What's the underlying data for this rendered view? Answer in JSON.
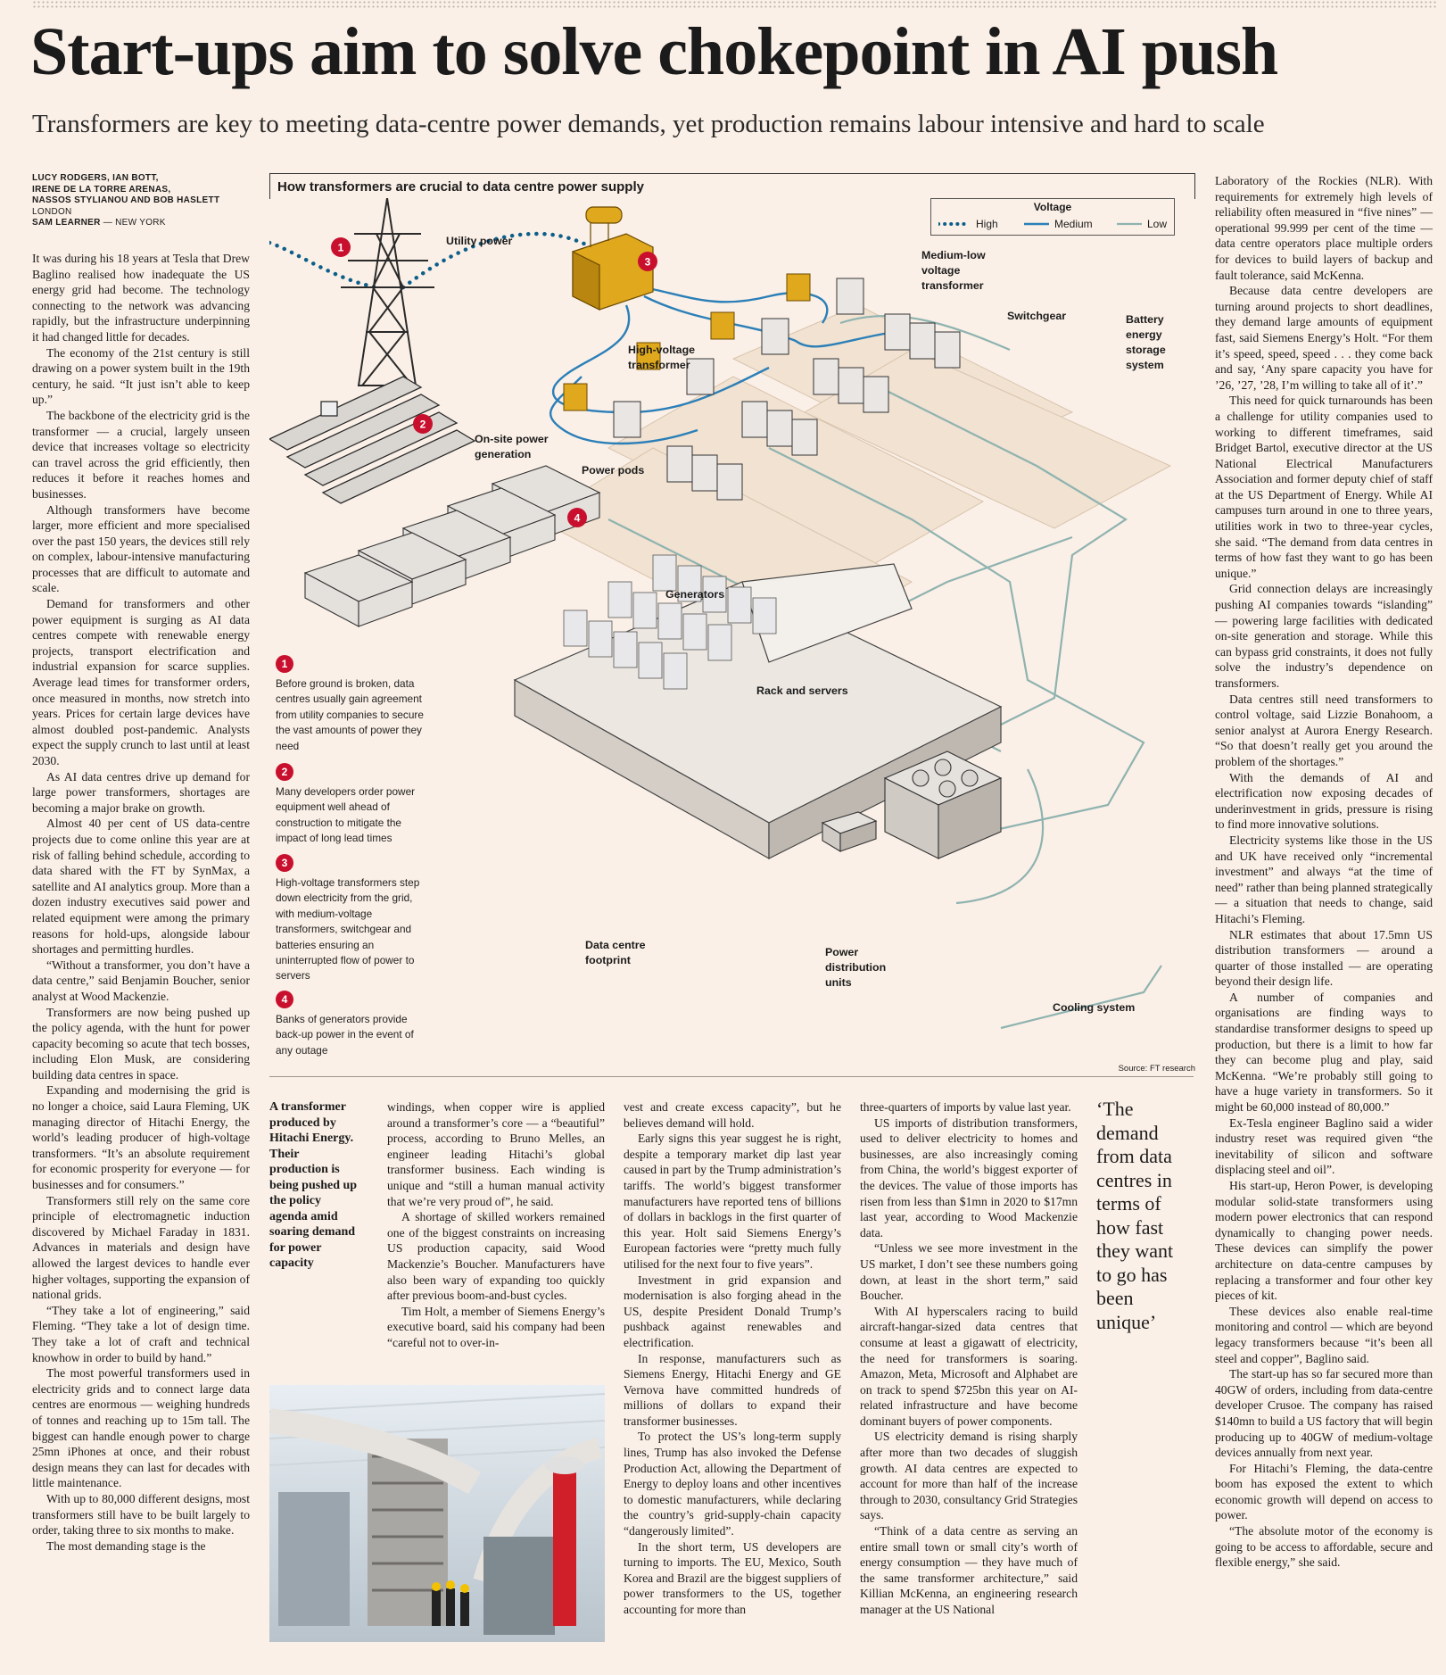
{
  "headline": "Start-ups aim to solve chokepoint in AI push",
  "subheadline": "Transformers are key to meeting data-centre power demands, yet production remains labour intensive and hard to scale",
  "byline": {
    "names": [
      "LUCY RODGERS, IAN BOTT,",
      "IRENE DE LA TORRE ARENAS,",
      "NASSOS STYLIANOU AND BOB HASLETT"
    ],
    "location1": "LONDON",
    "name2": "SAM LEARNER",
    "location2": "— NEW YORK"
  },
  "col1": [
    "It was during his 18 years at Tesla that Drew Baglino realised how inadequate the US energy grid had become. The technology connecting to the network was advancing rapidly, but the infrastructure underpinning it had changed little for decades.",
    "The economy of the 21st century is still drawing on a power system built in the 19th century, he said. “It just isn’t able to keep up.”",
    "The backbone of the electricity grid is the transformer — a crucial, largely unseen device that increases voltage so electricity can travel across the grid efficiently, then reduces it before it reaches homes and businesses.",
    "Although transformers have become larger, more efficient and more specialised over the past 150 years, the devices still rely on complex, labour-intensive manufacturing processes that are difficult to automate and scale.",
    "Demand for transformers and other power equipment is surging as AI data centres compete with renewable energy projects, transport electrification and industrial expansion for scarce supplies. Average lead times for transformer orders, once measured in months, now stretch into years. Prices for certain large devices have almost doubled post-pandemic. Analysts expect the supply crunch to last until at least 2030.",
    "As AI data centres drive up demand for large power transformers, shortages are becoming a major brake on growth.",
    "Almost 40 per cent of US data-centre projects due to come online this year are at risk of falling behind schedule, according to data shared with the FT by SynMax, a satellite and AI analytics group. More than a dozen industry executives said power and related equipment were among the primary reasons for hold-ups, alongside labour shortages and permitting hurdles.",
    "“Without a transformer, you don’t have a data centre,” said Benjamin Boucher, senior analyst at Wood Mackenzie.",
    "Transformers are now being pushed up the policy agenda, with the hunt for power capacity becoming so acute that tech bosses, including Elon Musk, are considering building data centres in space.",
    "Expanding and modernising the grid is no longer a choice, said Laura Fleming, UK managing director of Hitachi Energy, the world’s leading producer of high-voltage transformers. “It’s an absolute requirement for economic prosperity for everyone — for businesses and for consumers.”",
    "Transformers still rely on the same core principle of electromagnetic induction discovered by Michael Faraday in 1831. Advances in materials and design have allowed the largest devices to handle ever higher voltages, supporting the expansion of national grids.",
    "“They take a lot of engineering,” said Fleming. “They take a lot of design time. They take a lot of craft and technical knowhow in order to build by hand.”",
    "The most powerful transformers used in electricity grids and to connect large data centres are enormous — weighing hundreds of tonnes and reaching up to 15m tall. The biggest can handle enough power to charge 25mn iPhones at once, and their robust design means they can last for decades with little maintenance.",
    "With up to 80,000 different designs, most transformers still have to be built largely to order, taking three to six months to make.",
    "The most demanding stage is the"
  ],
  "graphic": {
    "title": "How transformers are crucial to data centre power supply",
    "legend": {
      "title": "Voltage",
      "high": "High",
      "medium": "Medium",
      "low": "Low"
    },
    "labels": {
      "utility": "Utility power",
      "mlv1": "Medium-low",
      "mlv2": "voltage",
      "mlv3": "transformer",
      "switchgear": "Switchgear",
      "battery1": "Battery",
      "battery2": "energy",
      "battery3": "storage",
      "battery4": "system",
      "hv1": "High-voltage",
      "hv2": "transformer",
      "onsite1": "On-site power",
      "onsite2": "generation",
      "pods": "Power pods",
      "generators": "Generators",
      "racks": "Rack and servers",
      "dc1": "Data centre",
      "dc2": "footprint",
      "pdu1": "Power",
      "pdu2": "distribution",
      "pdu3": "units",
      "cooling": "Cooling system"
    },
    "steps": [
      {
        "n": "1",
        "lines": [
          "Before ground is broken, data",
          "centres usually gain agreement",
          "from utility companies to secure",
          "the vast amounts of power they",
          "need"
        ]
      },
      {
        "n": "2",
        "lines": [
          "Many developers order power",
          "equipment well ahead of",
          "construction to mitigate the",
          "impact of long lead times"
        ]
      },
      {
        "n": "3",
        "lines": [
          "High-voltage transformers step",
          "down electricity from the grid,",
          "with medium-voltage",
          "transformers, switchgear and",
          "batteries ensuring an",
          "uninterrupted flow of power to",
          "servers"
        ]
      },
      {
        "n": "4",
        "lines": [
          "Banks of generators provide",
          "back-up power in the event of",
          "any outage"
        ]
      }
    ],
    "source": "Source: FT research",
    "colors": {
      "high": "#0d5f8a",
      "medium": "#2b7fb8",
      "low": "#8fb3b0",
      "badge": "#c8102e"
    }
  },
  "photo_caption": [
    "A transformer",
    "produced by",
    "Hitachi Energy.",
    "Their",
    "production is",
    "being pushed up",
    "the policy",
    "agenda amid",
    "soaring demand",
    "for power",
    "capacity"
  ],
  "col3": [
    "windings, when copper wire is applied around a transformer’s core — a “beautiful” process, according to Bruno Melles, an engineer leading Hitachi’s global transformer business. Each winding is unique and “still a human manual activity that we’re very proud of”, he said.",
    "A shortage of skilled workers remained one of the biggest constraints on increasing US production capacity, said Wood Mackenzie’s Boucher. Manufacturers have also been wary of expanding too quickly after previous boom-and-bust cycles.",
    "Tim Holt, a member of Siemens Energy’s executive board, said his company had been “careful not to over-in-"
  ],
  "col4": [
    "vest and create excess capacity”, but he believes demand will hold.",
    "Early signs this year suggest he is right, despite a temporary market dip last year caused in part by the Trump administration’s tariffs. The world’s biggest transformer manufacturers have reported tens of billions of dollars in backlogs in the first quarter of this year. Holt said Siemens Energy’s European factories were “pretty much fully utilised for the next four to five years”.",
    "Investment in grid expansion and modernisation is also forging ahead in the US, despite President Donald Trump’s pushback against renewables and electrification.",
    "In response, manufacturers such as Siemens Energy, Hitachi Energy and GE Vernova have committed hundreds of millions of dollars to expand their transformer businesses.",
    "To protect the US’s long-term supply lines, Trump has also invoked the Defense Production Act, allowing the Department of Energy to deploy loans and other incentives to domestic manufacturers, while declaring the country’s grid-supply-chain capacity “dangerously limited”.",
    "In the short term, US developers are turning to imports. The EU, Mexico, South Korea and Brazil are the biggest suppliers of power transformers to the US, together accounting for more than"
  ],
  "col5": [
    "three-quarters of imports by value last year.",
    "US imports of distribution transformers, used to deliver electricity to homes and businesses, are also increasingly coming from China, the world’s biggest exporter of the devices. The value of those imports has risen from less than $1mn in 2020 to $17mn last year, according to Wood Mackenzie data.",
    "“Unless we see more investment in the US market, I don’t see these numbers going down, at least in the short term,” said Boucher.",
    "With AI hyperscalers racing to build aircraft-hangar-sized data centres that consume at least a gigawatt of electricity, the need for transformers is soaring. Amazon, Meta, Microsoft and Alphabet are on track to spend $725bn this year on AI-related infrastructure and have become dominant buyers of power components.",
    "US electricity demand is rising sharply after more than two decades of sluggish growth. AI data centres are expected to account for more than half of the increase through to 2030, consultancy Grid Strategies says.",
    "“Think of a data centre as serving an entire small town or small city’s worth of energy consumption — they have much of the same transformer architecture,” said Killian McKenna, an engineering research manager at the US National"
  ],
  "pullquote": [
    "‘The",
    "demand",
    "from data",
    "centres in",
    "terms of",
    "how fast",
    "they want",
    "to go has",
    "been",
    "unique’"
  ],
  "col6": [
    "Laboratory of the Rockies (NLR). With requirements for extremely high levels of reliability often measured in “five nines” — operational 99.999 per cent of the time — data centre operators place multiple orders for devices to build layers of backup and fault tolerance, said McKenna.",
    "Because data centre developers are turning around projects to short deadlines, they demand large amounts of equipment fast, said Siemens Energy’s Holt. “For them it’s speed, speed, speed . . . they come back and say, ‘Any spare capacity you have for ’26, ’27, ’28, I’m willing to take all of it’.”",
    "This need for quick turnarounds has been a challenge for utility companies used to working to different timeframes, said Bridget Bartol, executive director at the US National Electrical Manufacturers Association and former deputy chief of staff at the US Department of Energy. While AI campuses turn around in one to three years, utilities work in two to three-year cycles, she said. “The demand from data centres in terms of how fast they want to go has been unique.”",
    "Grid connection delays are increasingly pushing AI companies towards “islanding” — powering large facilities with dedicated on-site generation and storage. While this can bypass grid constraints, it does not fully solve the industry’s dependence on transformers.",
    "Data centres still need transformers to control voltage, said Lizzie Bonahoom, a senior analyst at Aurora Energy Research. “So that doesn’t really get you around the problem of the shortages.”",
    "With the demands of AI and electrification now exposing decades of underinvestment in grids, pressure is rising to find more innovative solutions.",
    "Electricity systems like those in the US and UK have received only “incremental investment” and always “at the time of need” rather than being planned strategically — a situation that needs to change, said Hitachi’s Fleming.",
    "NLR estimates that about 17.5mn US distribution transformers — around a quarter of those installed — are operating beyond their design life.",
    "A number of companies and organisations are finding ways to standardise transformer designs to speed up production, but there is a limit to how far they can become plug and play, said McKenna. “We’re probably still going to have a huge variety in transformers. So it might be 60,000 instead of 80,000.”",
    "Ex-Tesla engineer Baglino said a wider industry reset was required given “the inevitability of silicon and software displacing steel and oil”.",
    "His start-up, Heron Power, is developing modular solid-state transformers using modern power electronics that can respond dynamically to changing power needs. These devices can simplify the power architecture on data-centre campuses by replacing a transformer and four other key pieces of kit.",
    "These devices also enable real-time monitoring and control — which are beyond legacy transformers because “it’s been all steel and copper”, Baglino said.",
    "The start-up has so far secured more than 40GW of orders, including from data-centre developer Crusoe. The company has raised $140mn to build a US factory that will begin producing up to 40GW of medium-voltage devices annually from next year.",
    "For Hitachi’s Fleming, the data-centre boom has exposed the extent to which economic growth will depend on access to power.",
    "“The absolute motor of the economy is going to be access to affordable, secure and flexible energy,” she said."
  ]
}
